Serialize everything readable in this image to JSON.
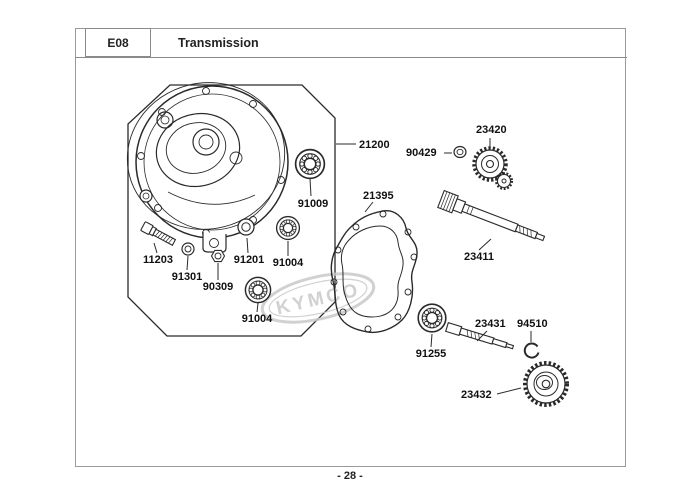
{
  "page": {
    "header_code": "E08",
    "header_title": "Transmission",
    "page_number": "- 28 -"
  },
  "watermark": {
    "text": "KYMCO"
  },
  "colors": {
    "ink": "#2a2a2a",
    "label_text": "#111111",
    "frame": "#999999",
    "watermark": "#c9c9c9"
  },
  "diagram": {
    "labels": [
      {
        "text": "21200"
      },
      {
        "text": "90429"
      },
      {
        "text": "23420"
      },
      {
        "text": "91009"
      },
      {
        "text": "21395"
      },
      {
        "text": "23411"
      },
      {
        "text": "11203"
      },
      {
        "text": "91301"
      },
      {
        "text": "90309"
      },
      {
        "text": "91201"
      },
      {
        "text": "91004"
      },
      {
        "text": "91004"
      },
      {
        "text": "91255"
      },
      {
        "text": "23431"
      },
      {
        "text": "94510"
      },
      {
        "text": "23432"
      }
    ]
  }
}
